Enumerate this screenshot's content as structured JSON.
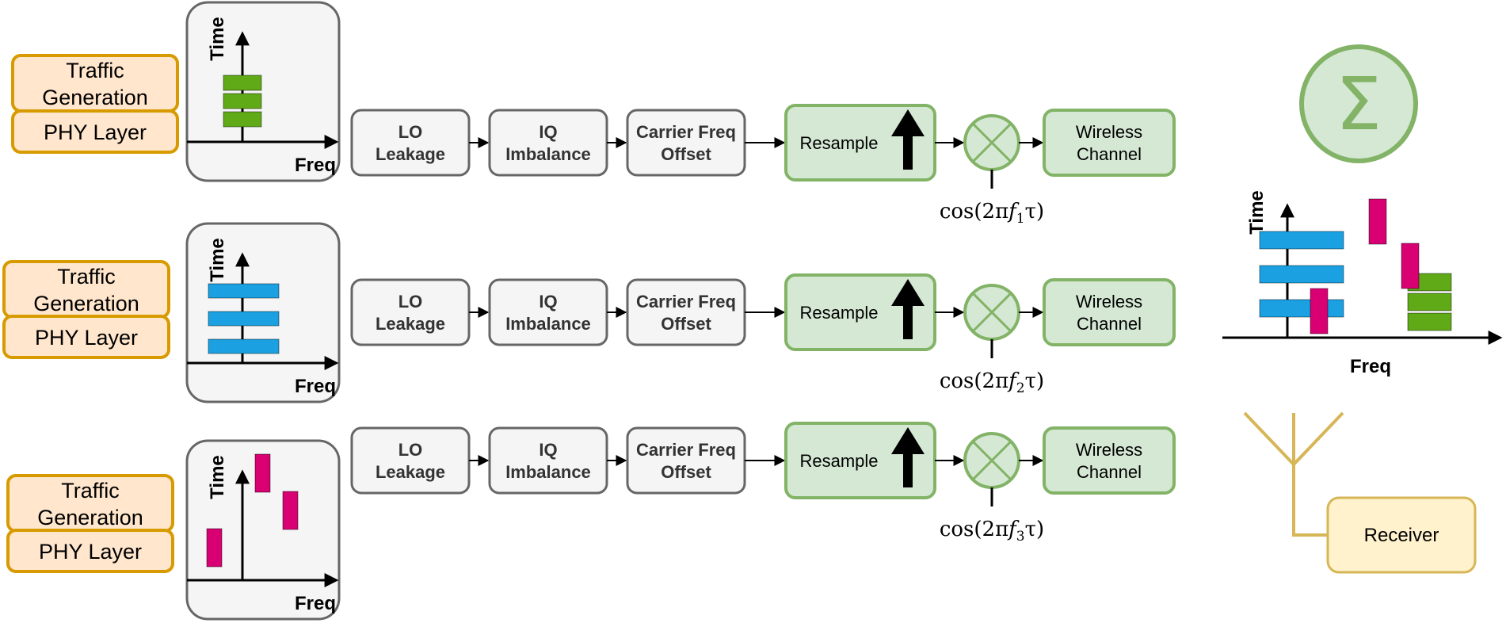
{
  "colors": {
    "green": "#60a917",
    "blue": "#1ba1e2",
    "pink": "#d80073",
    "orange_border": "#d79b00",
    "green_border": "#82b366",
    "yellow_border": "#d6b656"
  },
  "rows": [
    {
      "traffic_label_1": "Traffic",
      "traffic_label_2": "Generation",
      "phy_label": "PHY Layer",
      "spectrum": {
        "time_label": "Time",
        "freq_label": "Freq",
        "pattern": "green-stacked"
      },
      "lo_1": "LO",
      "lo_2": "Leakage",
      "iq_1": "IQ",
      "iq_2": "Imbalance",
      "cfo_1": "Carrier Freq",
      "cfo_2": "Offset",
      "resample": "Resample",
      "mixer_icon": "multiply-icon",
      "carrier_prefix": "cos(2π",
      "carrier_f": "f",
      "carrier_sub": "1",
      "carrier_suffix": "τ)",
      "wireless_1": "Wireless",
      "wireless_2": "Channel"
    },
    {
      "traffic_label_1": "Traffic",
      "traffic_label_2": "Generation",
      "phy_label": "PHY Layer",
      "spectrum": {
        "time_label": "Time",
        "freq_label": "Freq",
        "pattern": "blue-wide"
      },
      "lo_1": "LO",
      "lo_2": "Leakage",
      "iq_1": "IQ",
      "iq_2": "Imbalance",
      "cfo_1": "Carrier Freq",
      "cfo_2": "Offset",
      "resample": "Resample",
      "mixer_icon": "multiply-icon",
      "carrier_prefix": "cos(2π",
      "carrier_f": "f",
      "carrier_sub": "2",
      "carrier_suffix": "τ)",
      "wireless_1": "Wireless",
      "wireless_2": "Channel"
    },
    {
      "traffic_label_1": "Traffic",
      "traffic_label_2": "Generation",
      "phy_label": "PHY Layer",
      "spectrum": {
        "time_label": "Time",
        "freq_label": "Freq",
        "pattern": "pink-hopping"
      },
      "lo_1": "LO",
      "lo_2": "Leakage",
      "iq_1": "IQ",
      "iq_2": "Imbalance",
      "cfo_1": "Carrier Freq",
      "cfo_2": "Offset",
      "resample": "Resample",
      "mixer_icon": "multiply-icon",
      "carrier_prefix": "cos(2π",
      "carrier_f": "f",
      "carrier_sub": "3",
      "carrier_suffix": "τ)",
      "wireless_1": "Wireless",
      "wireless_2": "Channel"
    }
  ],
  "combiner": {
    "sum_symbol": "Σ",
    "time_label": "Time",
    "freq_label": "Freq"
  },
  "receiver": {
    "label": "Receiver",
    "antenna_icon": "antenna-icon"
  }
}
